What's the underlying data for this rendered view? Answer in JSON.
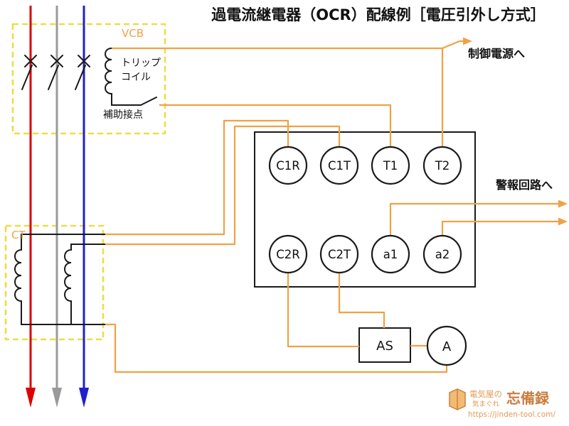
{
  "title": "過電流継電器（OCR）配線例［電圧引外し方式］",
  "vcb": {
    "label": "VCB",
    "trip_coil": [
      "トリップ",
      "コイル"
    ],
    "aux_contact": "補助接点"
  },
  "ct": {
    "label": "CT"
  },
  "relay": {
    "terminals_top": [
      "C1R",
      "C1T",
      "T1",
      "T2"
    ],
    "terminals_bottom": [
      "C2R",
      "C2T",
      "a1",
      "a2"
    ]
  },
  "instruments": {
    "ammeter_selector": "AS",
    "ammeter": "A"
  },
  "annotations": {
    "control_power": "制御電源へ",
    "alarm_circuit": "警報回路へ"
  },
  "watermark": {
    "prefix": "電気屋の",
    "sub": "気まぐれ",
    "name": "忘備録",
    "url": "https://jinden-tool.com/"
  },
  "colors": {
    "wire_orange": "#F0A145",
    "boundary_yellow": "#EFDC45",
    "phase_r_red": "#DD0000",
    "phase_s_gray": "#9A9A9A",
    "phase_t_blue": "#2020CC",
    "symbol_black": "#1A1A1A"
  }
}
